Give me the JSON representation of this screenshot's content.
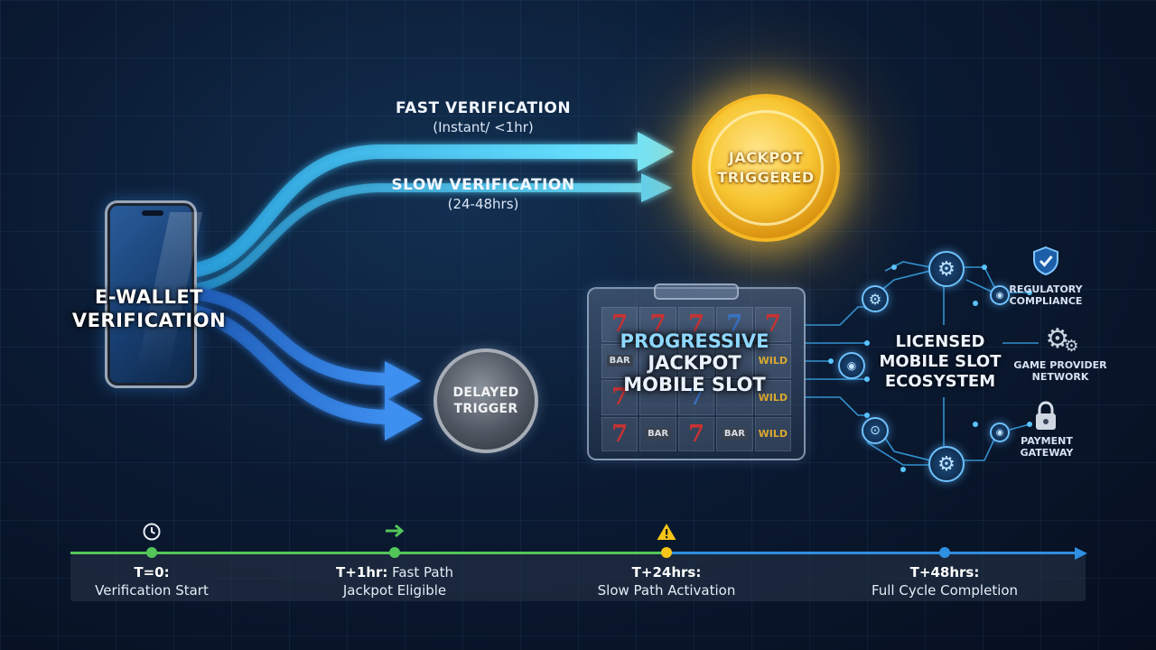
{
  "left_node": {
    "line1": "E-WALLET",
    "line2": "VERIFICATION"
  },
  "fast_path": {
    "title": "FAST VERIFICATION",
    "subtitle": "(Instant/ <1hr)"
  },
  "slow_path": {
    "title": "SLOW VERIFICATION",
    "subtitle": "(24-48hrs)"
  },
  "jackpot": {
    "line1": "JACKPOT",
    "line2": "TRIGGERED"
  },
  "delayed": {
    "line1": "DELAYED",
    "line2": "TRIGGER"
  },
  "slot": {
    "line1": "PROGRESSIVE",
    "line2": "JACKPOT",
    "line3": "MOBILE SLOT",
    "bar_label": "BAR",
    "wild_label": "WILD"
  },
  "ecosystem": {
    "line1": "LICENSED",
    "line2": "MOBILE SLOT",
    "line3": "ECOSYSTEM",
    "regulatory": {
      "line1": "REGULATORY",
      "line2": "COMPLIANCE",
      "icon": "shield-check-icon"
    },
    "provider": {
      "line1": "GAME PROVIDER",
      "line2": "NETWORK",
      "icon": "gears-icon"
    },
    "payment": {
      "line1": "PAYMENT",
      "line2": "GATEWAY",
      "icon": "padlock-icon"
    }
  },
  "timeline": {
    "milestones": [
      {
        "time": "T=0:",
        "desc": "Verification Start",
        "icon": "clock-icon"
      },
      {
        "time": "T+1hr:",
        "rest": " Fast Path",
        "desc": "Jackpot Eligible",
        "icon": "arrow-right-icon"
      },
      {
        "time": "T+24hrs:",
        "desc": "Slow Path Activation",
        "icon": "warning-icon"
      },
      {
        "time": "T+48hrs:",
        "desc": "Full Cycle Completion"
      }
    ]
  },
  "colors": {
    "fast_flow": "#48d6ff",
    "slow_flow": "#2f7de0",
    "jackpot_gold": "#f7c531",
    "timeline_green": "#53c65a",
    "timeline_blue": "#2f8fe0",
    "warning_yellow": "#f5c518"
  }
}
